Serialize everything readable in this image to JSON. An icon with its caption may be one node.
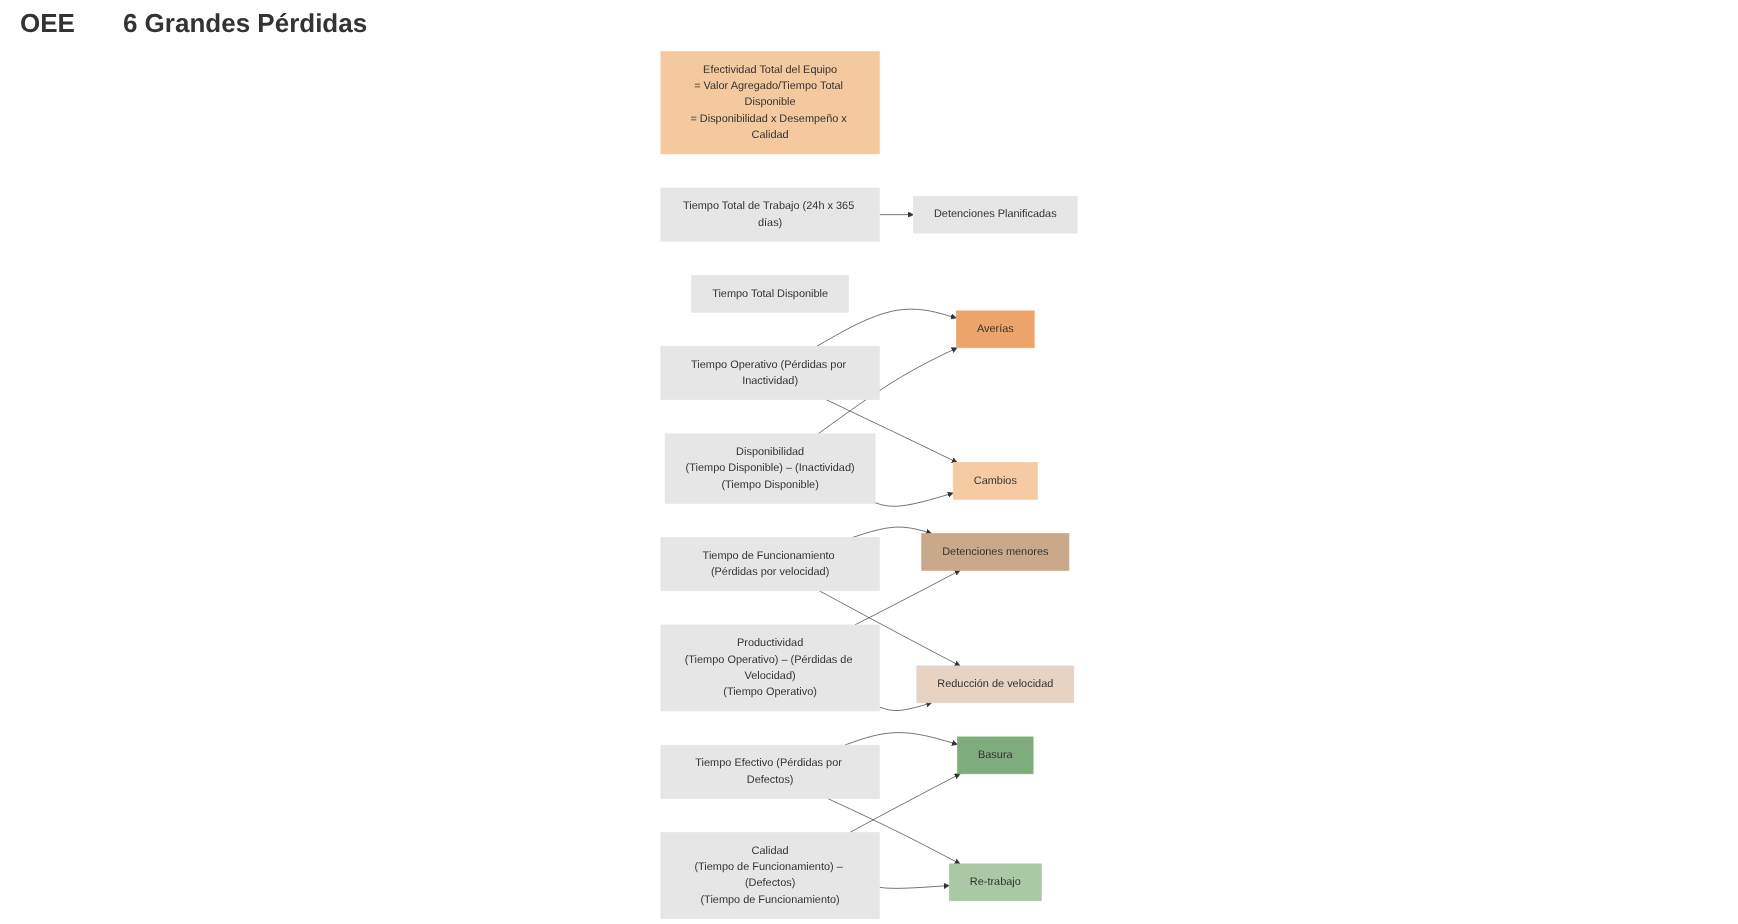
{
  "diagram": {
    "nodes": [
      {
        "text": [
          "Efectividad Total del Equipo",
          "= Valor Agregado/Tiempo Total Disponible",
          "= Disponibilidad x Desempeño x Calidad"
        ]
      },
      {
        "text": [
          "Tiempo Total de Trabajo (24h x 365 días)"
        ]
      },
      {
        "text": [
          "Detenciones Planificadas"
        ]
      },
      {
        "text": [
          "Tiempo Total Disponible"
        ]
      },
      {
        "text": [
          "Tiempo Operativo (Pérdidas por Inactividad)"
        ]
      },
      {
        "text": [
          "Tiempo de Funcionamiento (Pérdidas por velocidad)"
        ]
      },
      {
        "text": [
          "Tiempo Efectivo (Pérdidas por Defectos)"
        ]
      },
      {
        "text": [
          "Averías"
        ]
      },
      {
        "text": [
          "Cambios"
        ]
      },
      {
        "text": [
          "Detenciones menores"
        ]
      },
      {
        "text": [
          "Reducción de velocidad"
        ]
      },
      {
        "text": [
          "Basura"
        ]
      },
      {
        "text": [
          "Re-trabajo"
        ]
      },
      {
        "text": [
          "Disponibilidad",
          "(Tiempo Disponible) – (Inactividad)",
          "(Tiempo Disponible)"
        ]
      },
      {
        "text": [
          "Productividad",
          "(Tiempo Operativo) – (Pérdidas de Velocidad)",
          "(Tiempo Operativo)"
        ]
      },
      {
        "text": [
          "Calidad",
          "(Tiempo de Funcionamiento) – (Defectos)",
          "(Tiempo de Funcionamiento)"
        ]
      }
    ],
    "edges": [
      {
        "from": 1,
        "to": 2,
        "arrow": "to"
      },
      {
        "from": 4,
        "to": 7,
        "arrow": "to"
      },
      {
        "from": 4,
        "to": 8,
        "arrow": "to"
      },
      {
        "from": 5,
        "to": 9,
        "arrow": "to"
      },
      {
        "from": 5,
        "to": 10,
        "arrow": "to"
      },
      {
        "from": 6,
        "to": 11,
        "arrow": "to"
      },
      {
        "from": 6,
        "to": 12,
        "arrow": "to"
      },
      {
        "from": 13,
        "to": 7,
        "arrow": "to"
      },
      {
        "from": 13,
        "to": 8,
        "arrow": "to"
      },
      {
        "from": 14,
        "to": 9,
        "arrow": "to"
      },
      {
        "from": 14,
        "to": 10,
        "arrow": "to"
      },
      {
        "from": 15,
        "to": 11,
        "arrow": "to"
      },
      {
        "from": 15,
        "to": 12,
        "arrow": "to"
      }
    ],
    "labels": [
      "OEE",
      "6 Grandes Pérdidas"
    ]
  }
}
